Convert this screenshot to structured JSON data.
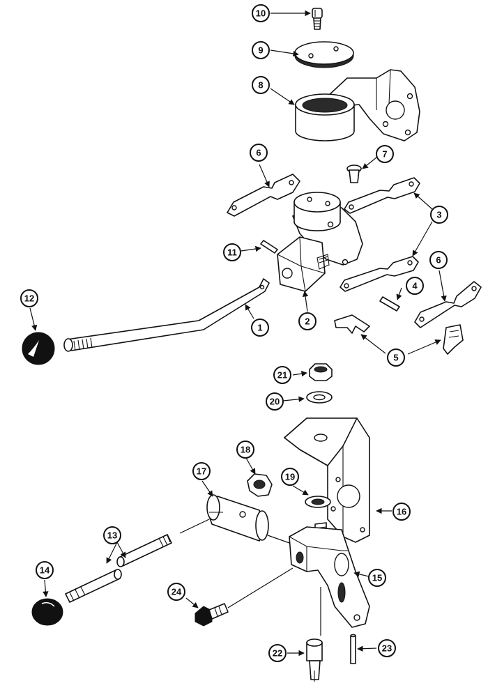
{
  "callouts": [
    {
      "label": "1"
    },
    {
      "label": "2"
    },
    {
      "label": "3"
    },
    {
      "label": "4"
    },
    {
      "label": "5"
    },
    {
      "label": "6"
    },
    {
      "label": "6"
    },
    {
      "label": "7"
    },
    {
      "label": "8"
    },
    {
      "label": "9"
    },
    {
      "label": "10"
    },
    {
      "label": "11"
    },
    {
      "label": "12"
    },
    {
      "label": "13"
    },
    {
      "label": "14"
    },
    {
      "label": "15"
    },
    {
      "label": "16"
    },
    {
      "label": "17"
    },
    {
      "label": "18"
    },
    {
      "label": "19"
    },
    {
      "label": "20"
    },
    {
      "label": "21"
    },
    {
      "label": "22"
    },
    {
      "label": "23"
    },
    {
      "label": "24"
    }
  ]
}
